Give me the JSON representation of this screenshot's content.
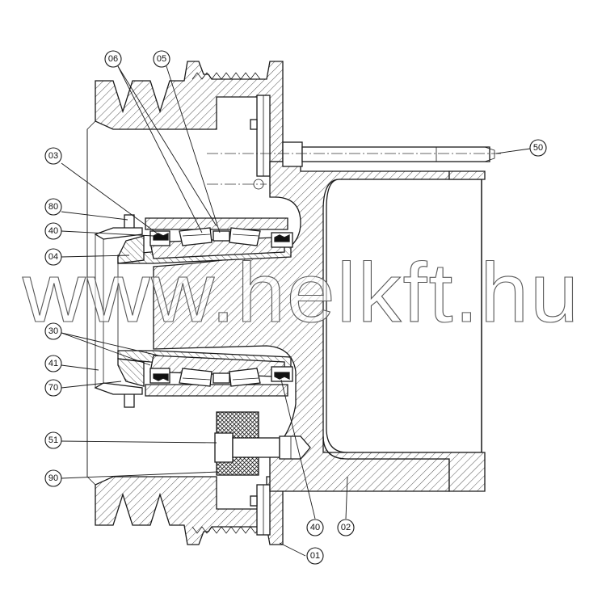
{
  "drawing": {
    "part_labels": [
      "06",
      "05",
      "03",
      "80",
      "40",
      "04",
      "30",
      "41",
      "70",
      "51",
      "90",
      "40",
      "02",
      "01",
      "50"
    ]
  },
  "watermark": {
    "text": "www.helkft.hu"
  },
  "colors": {
    "line": "#1a1a1a",
    "background": "#ffffff",
    "watermark_outline": "#5a5a5a"
  }
}
